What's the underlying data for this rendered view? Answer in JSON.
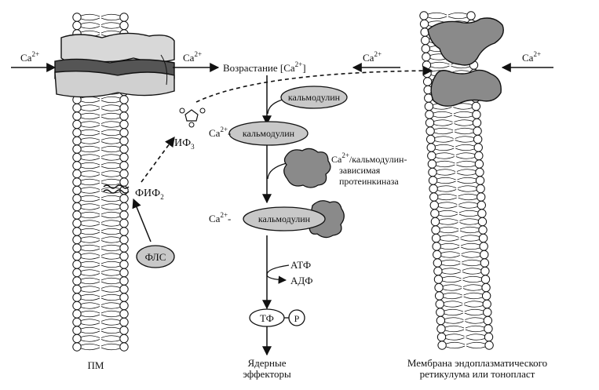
{
  "ca_left": "Ca",
  "ca_mid": "Ca",
  "ca_er_out": "Ca",
  "ca_right": "Ca",
  "ca_charge": "2+",
  "increase_label": "Возрастание [Ca",
  "increase_close": "]",
  "calmodulin": "кальмодулин",
  "ca_complex_prefix": "Ca",
  "ca_complex_suffix": "-",
  "ip3": "ИФ",
  "ip3_sub": "3",
  "pip2": "ФИФ",
  "pip2_sub": "2",
  "plc": "ФЛС",
  "kinase_line1_prefix": "Ca",
  "kinase_line1_suffix": "/кальмодулин-",
  "kinase_line2": "зависимая",
  "kinase_line3": "протеинкиназа",
  "atp": "АТФ",
  "adp": "АДФ",
  "tf": "ТФ",
  "phosphate": "P",
  "nuclear_line1": "Ядерные",
  "nuclear_line2": "эффекторы",
  "pm_label": "ПМ",
  "er_line1": "Мембрана эндоплазматического",
  "er_line2": "ретикулума или тонопласт"
}
